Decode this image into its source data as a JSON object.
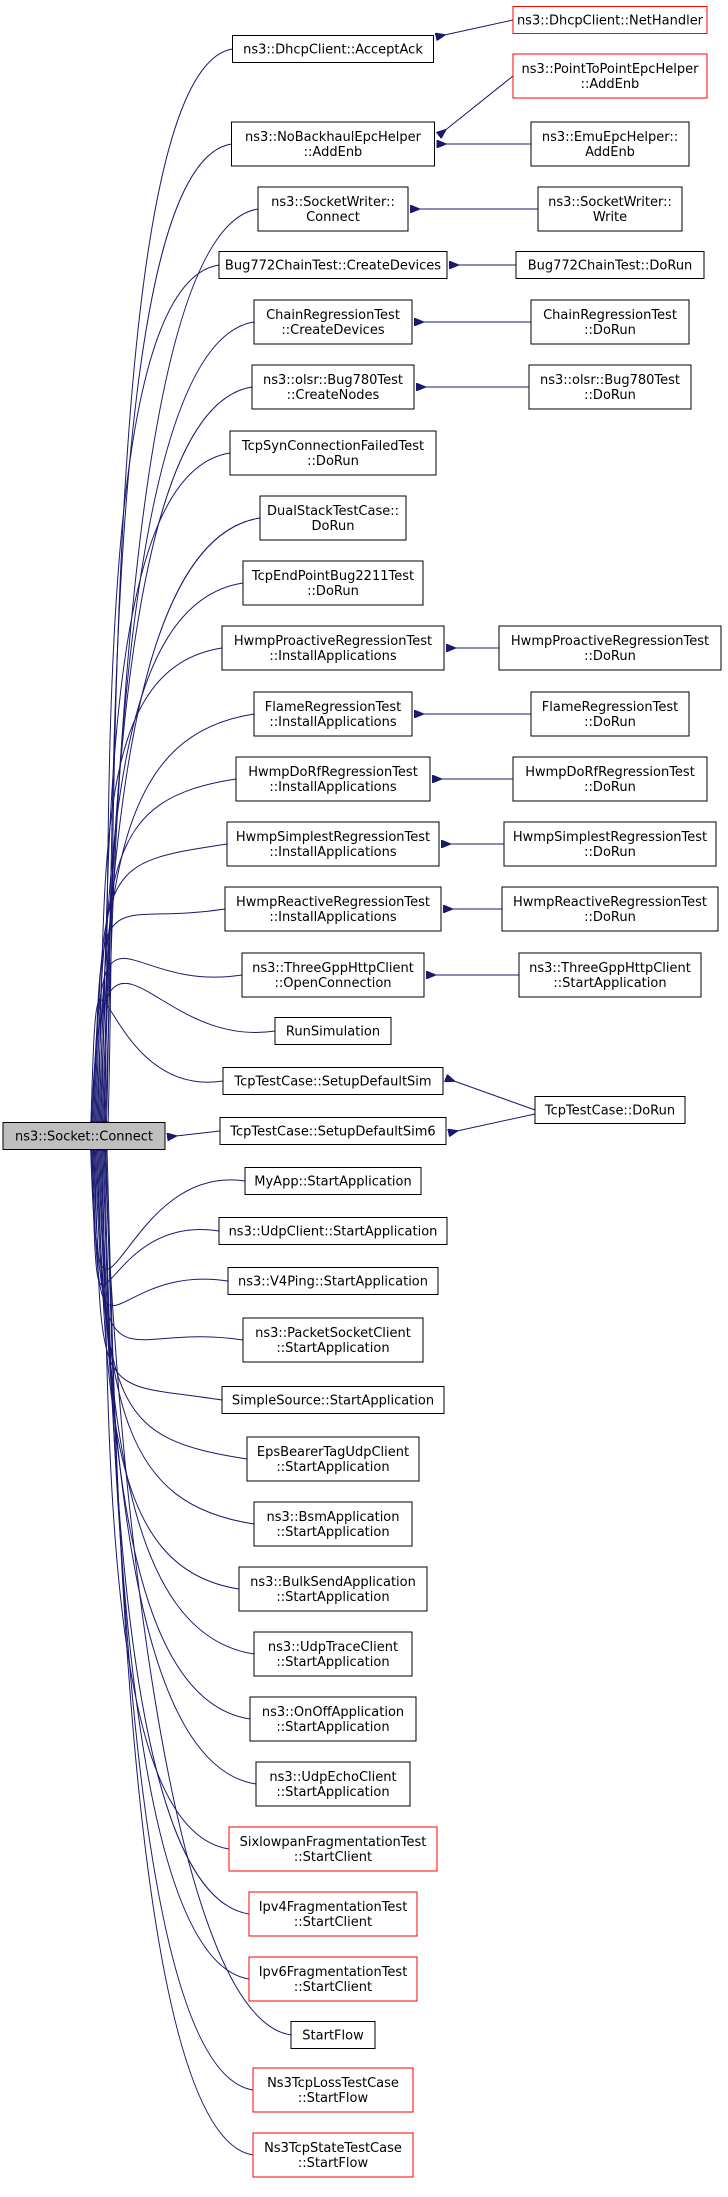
{
  "root": {
    "id": "root",
    "lines": [
      "ns3::Socket::Connect"
    ],
    "color": "#bfbfbf",
    "border": "#000000"
  },
  "callers": [
    {
      "id": "dhcp_accept",
      "lines": [
        "ns3::DhcpClient::AcceptAck"
      ],
      "red": false
    },
    {
      "id": "nobackhaul_addenb",
      "lines": [
        "ns3::NoBackhaulEpcHelper",
        "::AddEnb"
      ],
      "red": false
    },
    {
      "id": "socketwriter_connect",
      "lines": [
        "ns3::SocketWriter::",
        "Connect"
      ],
      "red": false
    },
    {
      "id": "bug772_create",
      "lines": [
        "Bug772ChainTest::CreateDevices"
      ],
      "red": false
    },
    {
      "id": "chainreg_create",
      "lines": [
        "ChainRegressionTest",
        "::CreateDevices"
      ],
      "red": false
    },
    {
      "id": "olsr_createnodes",
      "lines": [
        "ns3::olsr::Bug780Test",
        "::CreateNodes"
      ],
      "red": false
    },
    {
      "id": "tcpsyn_dorun",
      "lines": [
        "TcpSynConnectionFailedTest",
        "::DoRun"
      ],
      "red": false
    },
    {
      "id": "dualstack_dorun",
      "lines": [
        "DualStackTestCase::",
        "DoRun"
      ],
      "red": false
    },
    {
      "id": "tcpendpoint_dorun",
      "lines": [
        "TcpEndPointBug2211Test",
        "::DoRun"
      ],
      "red": false
    },
    {
      "id": "hwmpproactive_install",
      "lines": [
        "HwmpProactiveRegressionTest",
        "::InstallApplications"
      ],
      "red": false
    },
    {
      "id": "flame_install",
      "lines": [
        "FlameRegressionTest",
        "::InstallApplications"
      ],
      "red": false
    },
    {
      "id": "hwmpdorf_install",
      "lines": [
        "HwmpDoRfRegressionTest",
        "::InstallApplications"
      ],
      "red": false
    },
    {
      "id": "hwmpsimplest_install",
      "lines": [
        "HwmpSimplestRegressionTest",
        "::InstallApplications"
      ],
      "red": false
    },
    {
      "id": "hwmpreactive_install",
      "lines": [
        "HwmpReactiveRegressionTest",
        "::InstallApplications"
      ],
      "red": false
    },
    {
      "id": "threegpp_open",
      "lines": [
        "ns3::ThreeGppHttpClient",
        "::OpenConnection"
      ],
      "red": false
    },
    {
      "id": "runsim",
      "lines": [
        "RunSimulation"
      ],
      "red": false
    },
    {
      "id": "tcp_setup",
      "lines": [
        "TcpTestCase::SetupDefaultSim"
      ],
      "red": false
    },
    {
      "id": "tcp_setup6",
      "lines": [
        "TcpTestCase::SetupDefaultSim6"
      ],
      "red": false
    },
    {
      "id": "myapp_start",
      "lines": [
        "MyApp::StartApplication"
      ],
      "red": false
    },
    {
      "id": "udpclient_start",
      "lines": [
        "ns3::UdpClient::StartApplication"
      ],
      "red": false
    },
    {
      "id": "v4ping_start",
      "lines": [
        "ns3::V4Ping::StartApplication"
      ],
      "red": false
    },
    {
      "id": "packetsocket_start",
      "lines": [
        "ns3::PacketSocketClient",
        "::StartApplication"
      ],
      "red": false
    },
    {
      "id": "simplesource_start",
      "lines": [
        "SimpleSource::StartApplication"
      ],
      "red": false
    },
    {
      "id": "epsbearer_start",
      "lines": [
        "EpsBearerTagUdpClient",
        "::StartApplication"
      ],
      "red": false
    },
    {
      "id": "bsm_start",
      "lines": [
        "ns3::BsmApplication",
        "::StartApplication"
      ],
      "red": false
    },
    {
      "id": "bulksend_start",
      "lines": [
        "ns3::BulkSendApplication",
        "::StartApplication"
      ],
      "red": false
    },
    {
      "id": "udptrace_start",
      "lines": [
        "ns3::UdpTraceClient",
        "::StartApplication"
      ],
      "red": false
    },
    {
      "id": "onoff_start",
      "lines": [
        "ns3::OnOffApplication",
        "::StartApplication"
      ],
      "red": false
    },
    {
      "id": "udpecho_start",
      "lines": [
        "ns3::UdpEchoClient",
        "::StartApplication"
      ],
      "red": false
    },
    {
      "id": "sixlowpan_start",
      "lines": [
        "SixlowpanFragmentationTest",
        "::StartClient"
      ],
      "red": true
    },
    {
      "id": "ipv4frag_start",
      "lines": [
        "Ipv4FragmentationTest",
        "::StartClient"
      ],
      "red": true
    },
    {
      "id": "ipv6frag_start",
      "lines": [
        "Ipv6FragmentationTest",
        "::StartClient"
      ],
      "red": true
    },
    {
      "id": "startflow",
      "lines": [
        "StartFlow"
      ],
      "red": false
    },
    {
      "id": "tcploss_start",
      "lines": [
        "Ns3TcpLossTestCase",
        "::StartFlow"
      ],
      "red": true
    },
    {
      "id": "tcpstate_start",
      "lines": [
        "Ns3TcpStateTestCase",
        "::StartFlow"
      ],
      "red": true
    }
  ],
  "second_level": [
    {
      "id": "dhcp_nethandler",
      "lines": [
        "ns3::DhcpClient::NetHandler"
      ],
      "red": true,
      "calls": "dhcp_accept"
    },
    {
      "id": "p2p_addenb",
      "lines": [
        "ns3::PointToPointEpcHelper",
        "::AddEnb"
      ],
      "red": true,
      "calls": "nobackhaul_addenb"
    },
    {
      "id": "emu_addenb",
      "lines": [
        "ns3::EmuEpcHelper::",
        "AddEnb"
      ],
      "red": false,
      "calls": "nobackhaul_addenb"
    },
    {
      "id": "socketwriter_write",
      "lines": [
        "ns3::SocketWriter::",
        "Write"
      ],
      "red": false,
      "calls": "socketwriter_connect"
    },
    {
      "id": "bug772_dorun",
      "lines": [
        "Bug772ChainTest::DoRun"
      ],
      "red": false,
      "calls": "bug772_create"
    },
    {
      "id": "chainreg_dorun",
      "lines": [
        "ChainRegressionTest",
        "::DoRun"
      ],
      "red": false,
      "calls": "chainreg_create"
    },
    {
      "id": "olsr_dorun",
      "lines": [
        "ns3::olsr::Bug780Test",
        "::DoRun"
      ],
      "red": false,
      "calls": "olsr_createnodes"
    },
    {
      "id": "hwmpproactive_dorun",
      "lines": [
        "HwmpProactiveRegressionTest",
        "::DoRun"
      ],
      "red": false,
      "calls": "hwmpproactive_install"
    },
    {
      "id": "flame_dorun",
      "lines": [
        "FlameRegressionTest",
        "::DoRun"
      ],
      "red": false,
      "calls": "flame_install"
    },
    {
      "id": "hwmpdorf_dorun",
      "lines": [
        "HwmpDoRfRegressionTest",
        "::DoRun"
      ],
      "red": false,
      "calls": "hwmpdorf_install"
    },
    {
      "id": "hwmpsimplest_dorun",
      "lines": [
        "HwmpSimplestRegressionTest",
        "::DoRun"
      ],
      "red": false,
      "calls": "hwmpsimplest_install"
    },
    {
      "id": "hwmpreactive_dorun",
      "lines": [
        "HwmpReactiveRegressionTest",
        "::DoRun"
      ],
      "red": false,
      "calls": "hwmpreactive_install"
    },
    {
      "id": "threegpp_start",
      "lines": [
        "ns3::ThreeGppHttpClient",
        "::StartApplication"
      ],
      "red": false,
      "calls": "threegpp_open"
    },
    {
      "id": "tcptest_dorun",
      "lines": [
        "TcpTestCase::DoRun"
      ],
      "red": false,
      "calls": "tcp_setup"
    }
  ],
  "extra_edges": [
    {
      "from": "tcptest_dorun",
      "to": "tcp_setup6"
    }
  ],
  "colors": {
    "edge": "#191970",
    "red_border": "#ff0000",
    "normal_border": "#000000"
  }
}
